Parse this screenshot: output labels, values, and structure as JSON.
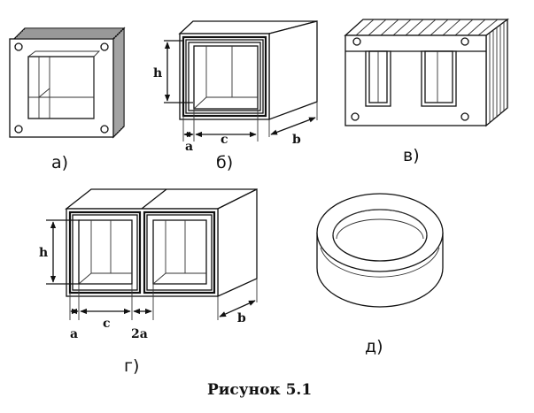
{
  "figure": {
    "caption": "Рисунок 5.1",
    "panels": {
      "a": {
        "label": "а)"
      },
      "b": {
        "label": "б)",
        "dim_h": "h",
        "dim_a": "a",
        "dim_c": "c",
        "dim_b": "b"
      },
      "v": {
        "label": "в)"
      },
      "g": {
        "label": "г)",
        "dim_h": "h",
        "dim_a": "a",
        "dim_c": "c",
        "dim_2a": "2a",
        "dim_b": "b"
      },
      "d": {
        "label": "д)"
      }
    }
  }
}
